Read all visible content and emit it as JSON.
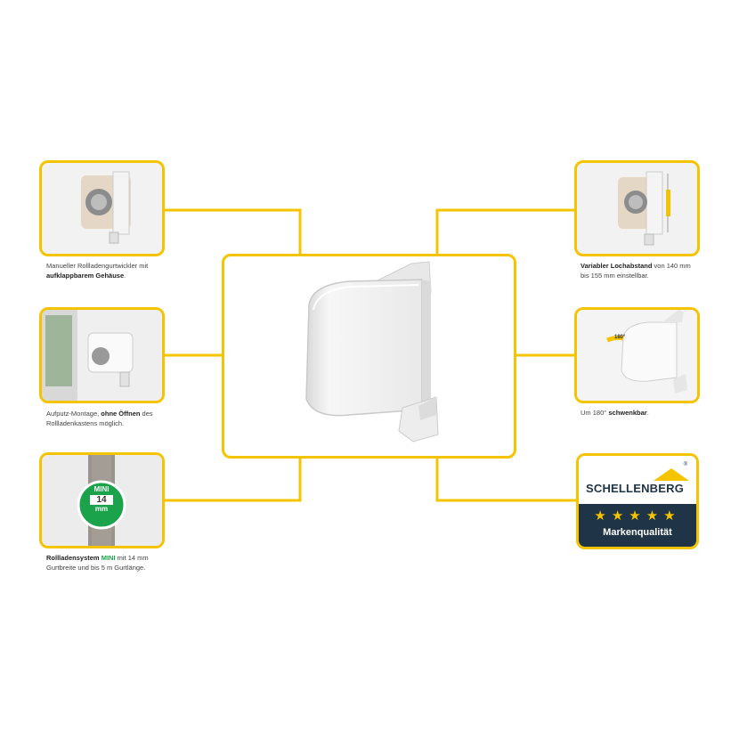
{
  "captions": {
    "top_left": {
      "plain1": "Manueller Rollladengurtwickler mit ",
      "bold1": "aufklappbarem Gehäuse",
      "plain2": "."
    },
    "mid_left": {
      "plain1": "Aufputz-Montage, ",
      "bold1": "ohne Öffnen",
      "plain2": " des Rollladenkastens möglich."
    },
    "bottom_left": {
      "bold1": "Rollladensystem ",
      "green": "MINI",
      "plain1": " mit 14 mm Gurtbreite und bis 5 m Gurtlänge."
    },
    "top_right": {
      "bold1": "Variabler Lochabstand",
      "plain1": " von 140 mm bis 155 mm einstellbar."
    },
    "mid_right": {
      "plain1": "Um 180° ",
      "bold1": "schwenkbar",
      "plain2": "."
    }
  },
  "mini_badge": {
    "label": "MINI",
    "width": "14",
    "unit": "mm"
  },
  "angle_label": "180°",
  "logo": {
    "brand": "SCHELLENBERG",
    "reg": "®",
    "stars": "★★★★★",
    "quality": "Markenqualität"
  },
  "colors": {
    "accent": "#f5c400",
    "navy": "#1f3447",
    "green": "#1aa34a"
  }
}
